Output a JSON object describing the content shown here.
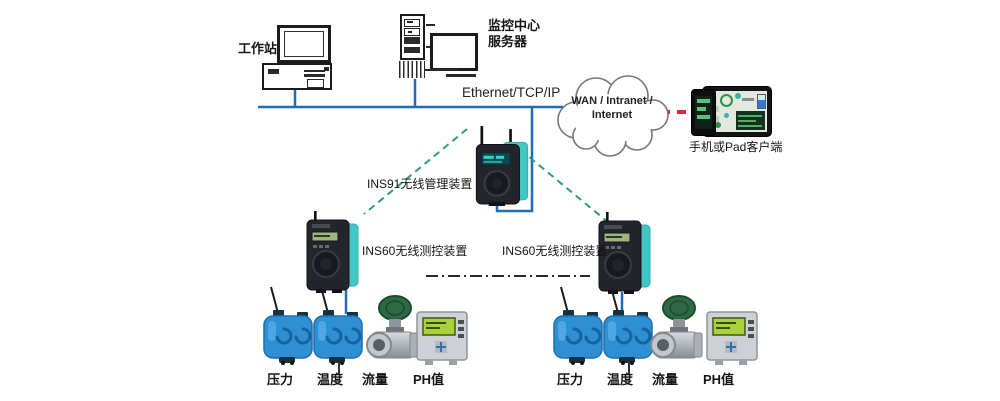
{
  "diagram": {
    "top": {
      "workstation_label": "工作站",
      "server_label_line1": "监控中心",
      "server_label_line2": "服务器",
      "ethernet_label": "Ethernet/TCP/IP",
      "cloud_line1": "WAN / Intranet /",
      "cloud_line2": "Internet",
      "client_label": "手机或Pad客户端"
    },
    "devices": {
      "ins91_label": "INS91无线管理装置",
      "ins60_left_label": "INS60无线测控装置",
      "ins60_right_label": "INS60无线测控装置"
    },
    "sensor_labels": [
      "压力",
      "温度",
      "流量",
      "PH值"
    ],
    "colors": {
      "bus_blue": "#1e6db6",
      "wireless_green": "#2ba06e",
      "wan_red": "#e0233a",
      "device_teal": "#41c8c4",
      "sensor_blue": "#2f8fd3",
      "flow_green": "#2e6b45",
      "lcd_green": "#a8d23c"
    }
  }
}
